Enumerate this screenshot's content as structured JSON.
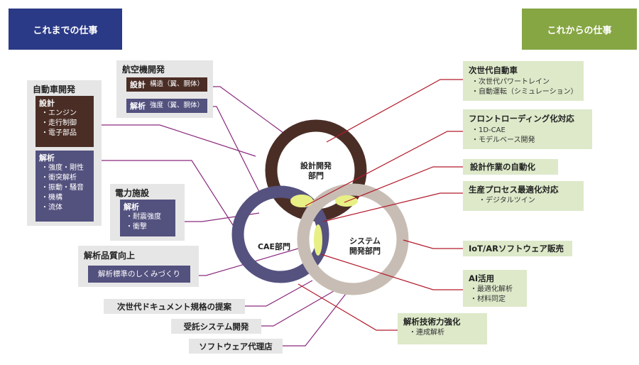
{
  "headers": {
    "left": "これまでの仕事",
    "right": "これからの仕事"
  },
  "colors": {
    "navy": "#2b3a86",
    "olive": "#86a644",
    "brown_ring": "#4a2e26",
    "purple_ring": "#55527f",
    "beige_ring": "#c8bdb4",
    "yellow_overlap": "#e8ef85",
    "green_box": "#dde9c9",
    "purple_line": "#8a2a7e",
    "red_line": "#b21a2a"
  },
  "left": {
    "aircraft": {
      "title": "航空機開発",
      "design_label": "設計",
      "design_text": "構造（翼、胴体）",
      "analysis_label": "解析",
      "analysis_text": "強度（翼、胴体）"
    },
    "auto": {
      "title": "自動車開発",
      "design_label": "設計",
      "design_items": [
        "・エンジン",
        "・走行制御",
        "・電子部品"
      ],
      "analysis_label": "解析",
      "analysis_items": [
        "・強度・剛性",
        "・衝突解析",
        "・振動・騒音",
        "・機構",
        "・流体"
      ]
    },
    "power": {
      "title": "電力施設",
      "analysis_label": "解析",
      "items": [
        "・耐震強度",
        "・衝撃"
      ]
    },
    "quality": {
      "title": "解析品質向上",
      "text": "解析標準のしくみづくり"
    },
    "doc": "次世代ドキュメント規格の提案",
    "contract": "受託システム開発",
    "agency": "ソフトウェア代理店"
  },
  "circles": {
    "design_line1": "設計開発",
    "design_line2": "部門",
    "cae": "CAE部門",
    "system_line1": "システム",
    "system_line2": "開発部門"
  },
  "right": {
    "nextcar": {
      "title": "次世代自動車",
      "items": [
        "・次世代パワートレイン",
        "・自動運転（シミュレーション）"
      ]
    },
    "frontload": {
      "title": "フロントローディング化対応",
      "items": [
        "・1D-CAE",
        "・モデルベース開発"
      ]
    },
    "autodesign": {
      "title": "設計作業の自動化"
    },
    "production": {
      "title": "生産プロセス最適化対応",
      "items": [
        "・デジタルツイン"
      ]
    },
    "iot": {
      "title": "IoT/ARソフトウェア販売"
    },
    "ai": {
      "title": "AI活用",
      "items": [
        "・最適化解析",
        "・材料同定"
      ]
    },
    "tech": {
      "title": "解析技術力強化",
      "items": [
        "・連成解析"
      ]
    }
  }
}
